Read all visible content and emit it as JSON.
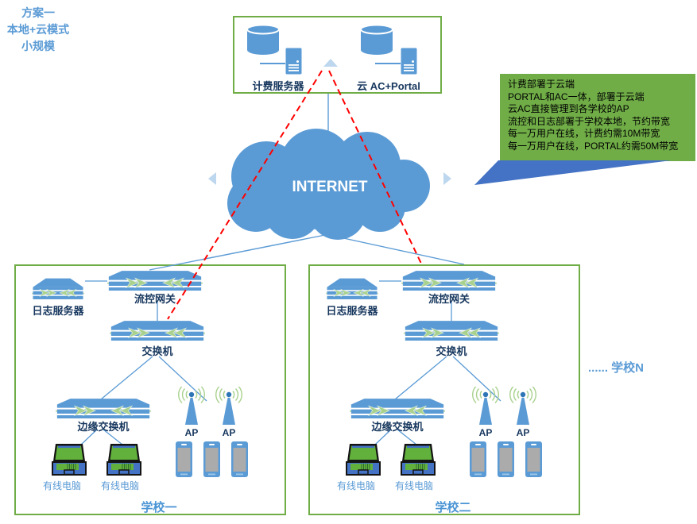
{
  "plan_title": {
    "lines": [
      "方案一",
      "本地+云模式",
      "小规模"
    ]
  },
  "cloud_services": {
    "billing_label": "计费服务器",
    "ac_portal_label": "云 AC+Portal"
  },
  "internet_label": "INTERNET",
  "callout": {
    "lines": [
      "计费部署于云端",
      "PORTAL和AC一体，部署于云端",
      "云AC直接管理到各学校的AP",
      "流控和日志部署于学校本地，节约带宽",
      "每一万用户在线，计费约需10M带宽",
      "每一万用户在线，PORTAL约需50M带宽"
    ]
  },
  "schools": [
    {
      "name": "学校一",
      "log_server_label": "日志服务器",
      "gateway_label": "流控网关",
      "switch_label": "交换机",
      "edge_switch_label": "边缘交换机",
      "ap_label": "AP",
      "wired_pc_label": "有线电脑"
    },
    {
      "name": "学校二",
      "log_server_label": "日志服务器",
      "gateway_label": "流控网关",
      "switch_label": "交换机",
      "edge_switch_label": "边缘交换机",
      "ap_label": "AP",
      "wired_pc_label": "有线电脑"
    }
  ],
  "more_schools_label": "...... 学校N",
  "colors": {
    "accent_blue": "#5B9BD5",
    "dark_blue": "#4472C4",
    "green": "#70AD47",
    "light_green": "#A9D18E",
    "pale_blue": "#BDD7EE",
    "red": "#FF0000",
    "label_navy": "#17375E"
  }
}
